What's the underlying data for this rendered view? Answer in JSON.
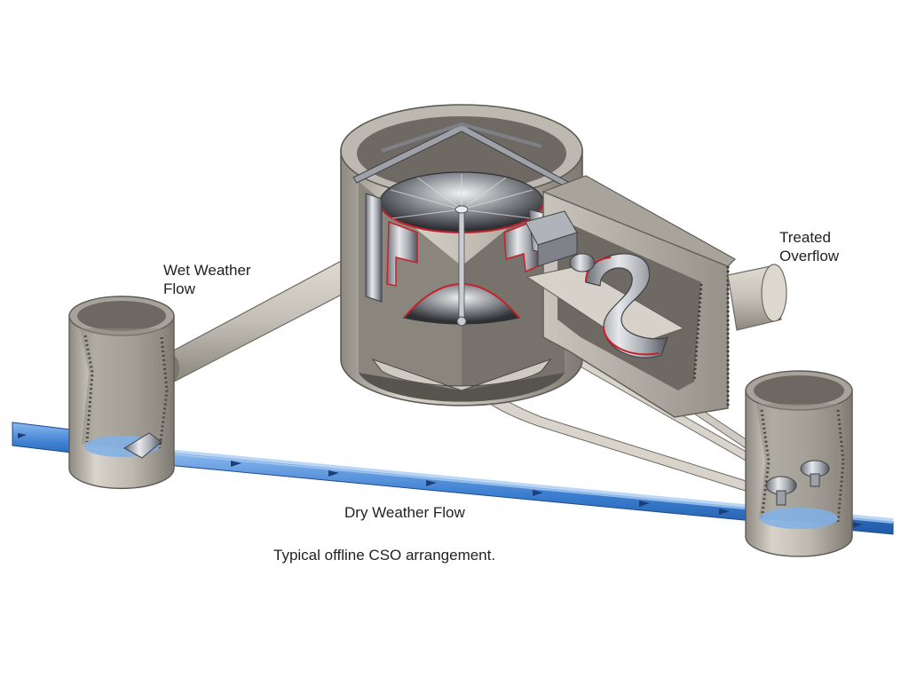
{
  "labels": {
    "wet_weather_flow": "Wet Weather\nFlow",
    "treated_overflow": "Treated\nOverflow",
    "dry_weather_flow": "Dry Weather Flow"
  },
  "caption": "Typical offline CSO arrangement.",
  "colors": {
    "concrete": "#cfcbc2",
    "concrete_dark": "#8e8a82",
    "concrete_shadow": "#6f6b64",
    "steel": "#b8bcc2",
    "steel_dark": "#54585e",
    "water_blue": "#3d7fd0",
    "water_light": "#8ab8ee",
    "seal_red": "#c8202a"
  },
  "icons": {
    "vortex_separator": "vortex-separator-chamber-icon",
    "inlet_manhole": "inlet-manhole-icon",
    "outlet_manhole": "outlet-manhole-icon",
    "flow_arrow": "flow-direction-arrow-icon"
  }
}
